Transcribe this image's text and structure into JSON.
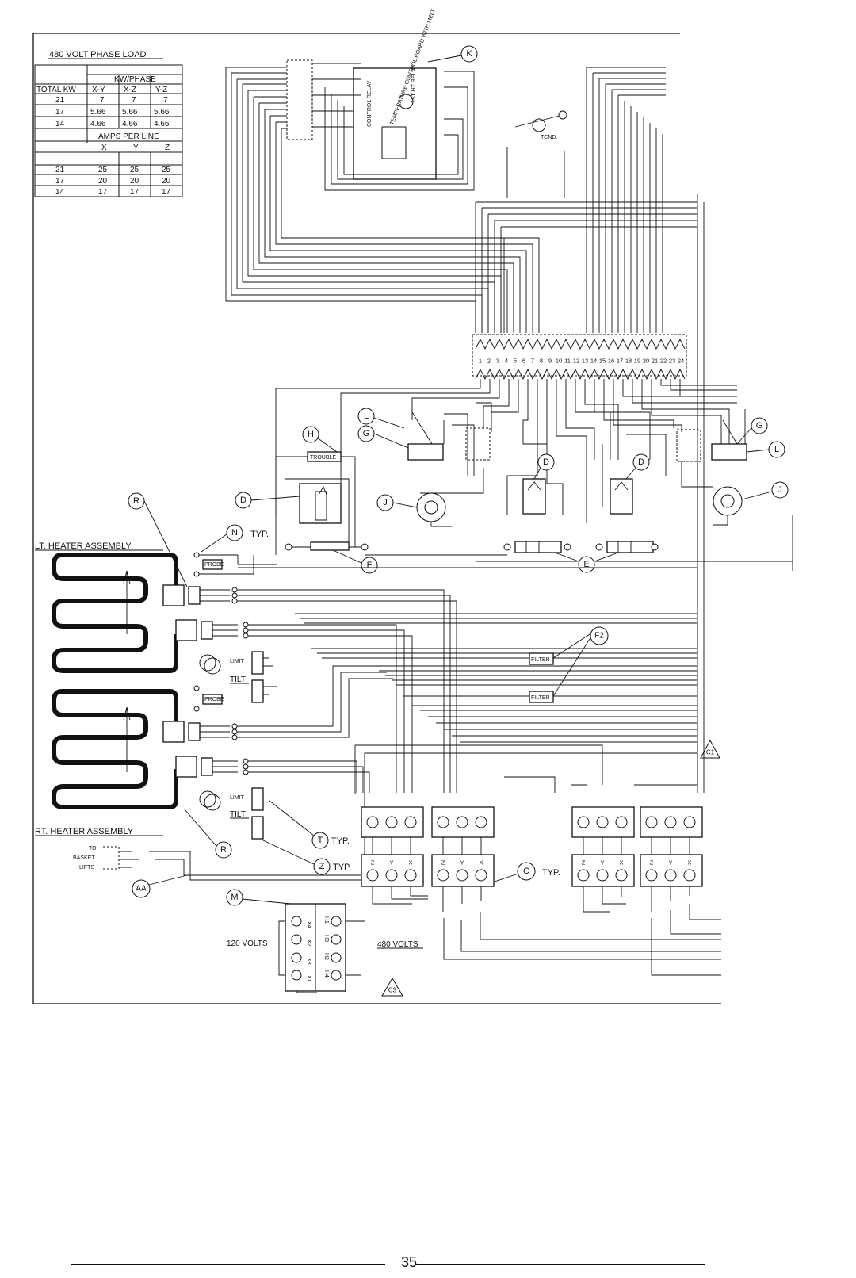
{
  "table": {
    "title": "480 VOLT PHASE LOAD",
    "kw_header": "KW/PHASE",
    "col_headers": [
      "TOTAL KW",
      "X-Y",
      "X-Z",
      "Y-Z"
    ],
    "kw_rows": [
      [
        "21",
        "7",
        "7",
        "7"
      ],
      [
        "17",
        "5.66",
        "5.66",
        "5.66"
      ],
      [
        "14",
        "4.66",
        "4.66",
        "4.66"
      ]
    ],
    "amps_header": "AMPS PER LINE",
    "amps_cols": [
      "X",
      "Y",
      "Z"
    ],
    "amps_rows": [
      [
        "21",
        "25",
        "25",
        "25"
      ],
      [
        "17",
        "20",
        "20",
        "20"
      ],
      [
        "14",
        "17",
        "17",
        "17"
      ]
    ]
  },
  "labels": {
    "lt_heater": "LT. HEATER ASSEMBLY",
    "rt_heater": "RT. HEATER ASSEMBLY",
    "typ": "TYP.",
    "trouble": "TROUBLE",
    "filter": "FILTER",
    "probe": "PROBE",
    "limit": "LIMIT",
    "tilt": "TILT",
    "tcnd": "TCND.",
    "volts_120": "120 VOLTS",
    "volts_480": "480 VOLTS",
    "basket_1": "TO",
    "basket_2": "BASKET",
    "basket_3": "LIFTS",
    "control_board": "TEMPERATURE CONTROL BOARD WITH MELT",
    "control_relay": "CONTROL RELAY",
    "ht_relay": "1ST HT RELAY",
    "page_number": "35"
  },
  "callouts": [
    "K",
    "H",
    "R",
    "D",
    "N",
    "L",
    "G",
    "J",
    "F",
    "E",
    "C",
    "F2",
    "T",
    "Z",
    "AA",
    "M",
    "C1",
    "C3"
  ],
  "connector_pins": [
    "1",
    "2",
    "3",
    "4",
    "5",
    "6",
    "7",
    "8",
    "9",
    "10",
    "11",
    "12",
    "13",
    "14",
    "15",
    "16",
    "17",
    "18",
    "19",
    "20",
    "21",
    "22",
    "23",
    "24"
  ],
  "transformer_left": [
    "X4",
    "X2",
    "X3",
    "X1"
  ],
  "transformer_right": [
    "H1",
    "H3",
    "H2",
    "H4"
  ],
  "contactor_terminals": [
    "Z",
    "Y",
    "X"
  ]
}
